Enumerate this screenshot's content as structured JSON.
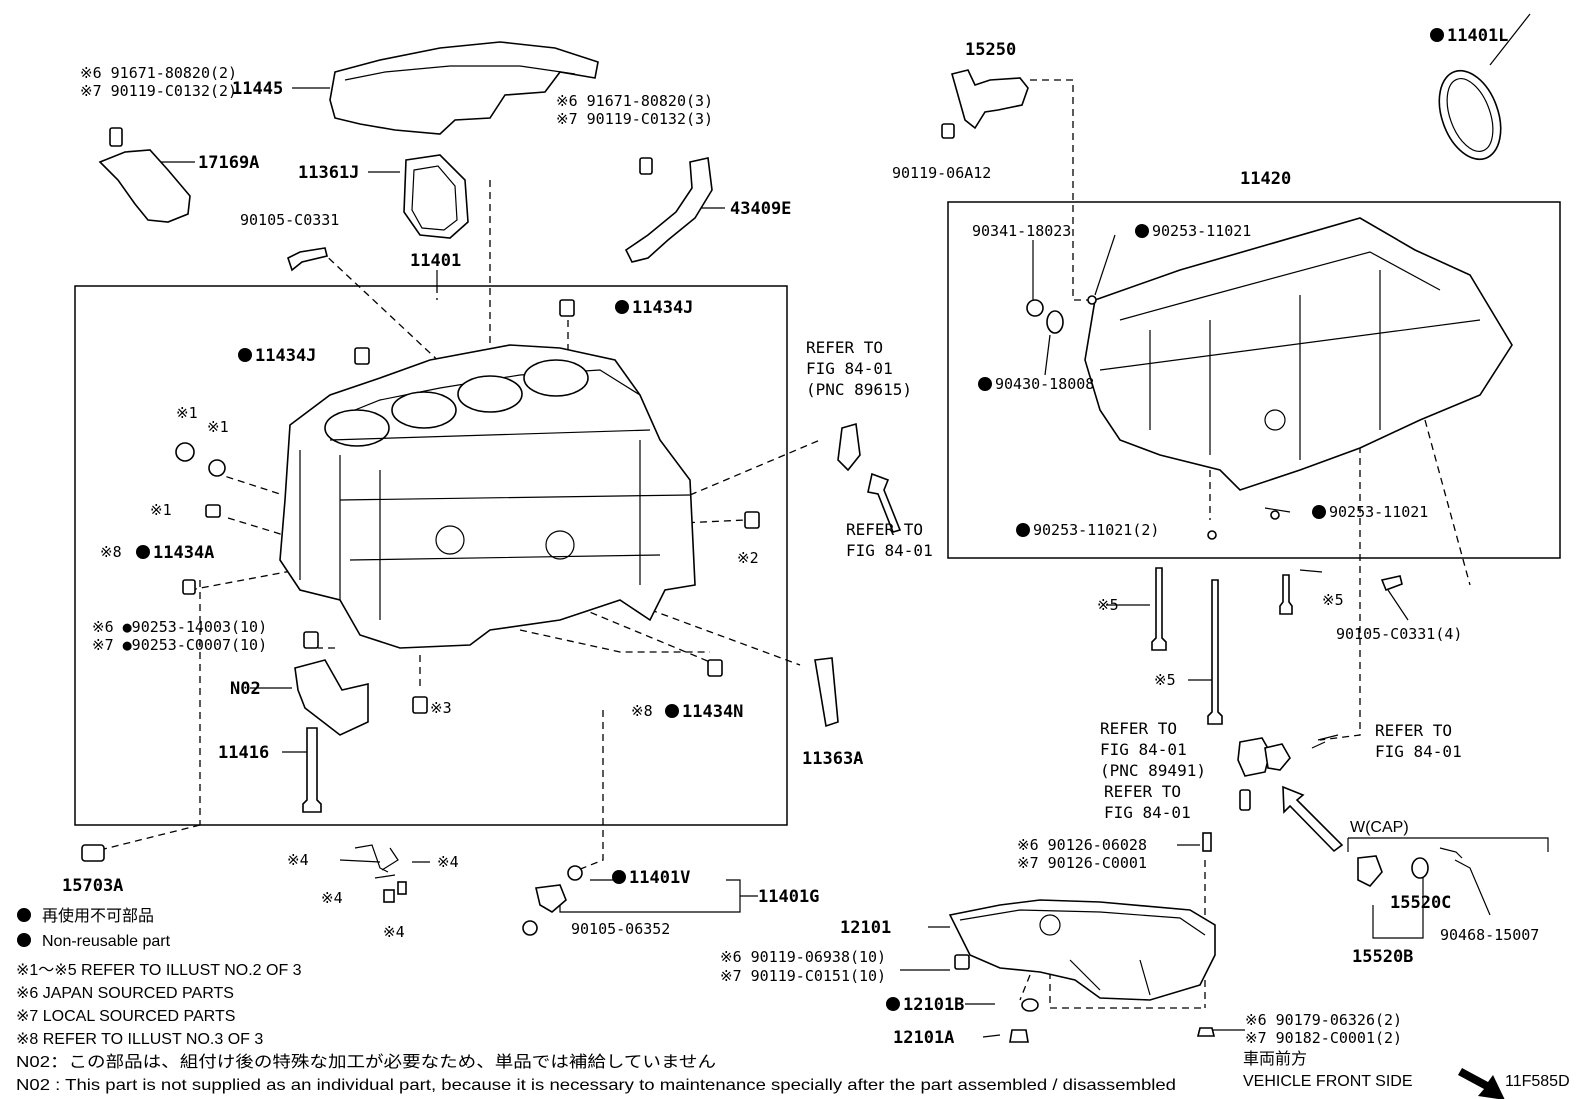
{
  "diagram_id": "11F585D",
  "parts": {
    "p11445": "11445",
    "p17169A": "17169A",
    "p11361J": "11361J",
    "p43409E": "43409E",
    "p11401": "11401",
    "p11434J_a": "11434J",
    "p11434J_b": "11434J",
    "p11434A": "11434A",
    "p11434N": "11434N",
    "p11416": "11416",
    "p11363A": "11363A",
    "p15703A": "15703A",
    "p11401V": "11401V",
    "p11401G": "11401G",
    "p15250": "15250",
    "p11401L": "11401L",
    "p11420": "11420",
    "p12101": "12101",
    "p12101B": "12101B",
    "p12101A": "12101A",
    "p15520C": "15520C",
    "p15520B": "15520B",
    "pN02": "N02"
  },
  "callouts": {
    "c1_top": "※6 91671-80820(2)",
    "c1_bot": "※7 90119-C0132(2)",
    "c2_top": "※6 91671-80820(3)",
    "c2_bot": "※7 90119-C0132(3)",
    "c_90105_C0331": "90105-C0331",
    "c_90253_14003": "※6 ●90253-14003(10)",
    "c_90253_C0007": "※7 ●90253-C0007(10)",
    "c_90119_06A12": "90119-06A12",
    "c_90341_18023": "90341-18023",
    "c_90253_11021_a": "90253-11021",
    "c_90430_18008": "90430-18008",
    "c_90253_11021_b": "90253-11021",
    "c_90253_11021_2": "90253-11021(2)",
    "c_90105_C0331_4": "90105-C0331(4)",
    "c_90105_06352": "90105-06352",
    "c_90126_06028": "※6 90126-06028",
    "c_90126_C0001": "※7 90126-C0001",
    "c_90119_06938": "※6 90119-06938(10)",
    "c_90119_C0151": "※7 90119-C0151(10)",
    "c_90179_06326": "※6 90179-06326(2)",
    "c_90182_C0001": "※7 90182-C0001(2)",
    "c_90468_15007": "90468-15007",
    "wcap": "W(CAP)"
  },
  "marks": {
    "m1a": "※1",
    "m1b": "※1",
    "m1c": "※1",
    "m2": "※2",
    "m3": "※3",
    "m4a": "※4",
    "m4b": "※4",
    "m4c": "※4",
    "m4d": "※4",
    "m5a": "※5",
    "m5b": "※5",
    "m5c": "※5",
    "m8a": "※8",
    "m8b": "※8"
  },
  "refers": {
    "r1_l1": "REFER TO",
    "r1_l2": "FIG 84-01",
    "r1_l3": "(PNC 89615)",
    "r2_l1": "REFER TO",
    "r2_l2": "FIG 84-01",
    "r3_l1": "REFER TO",
    "r3_l2": "FIG 84-01",
    "r3_l3": "(PNC 89491)",
    "r4_l1": "REFER TO",
    "r4_l2": "FIG 84-01",
    "r5_l1": "REFER TO",
    "r5_l2": "FIG 84-01"
  },
  "front": {
    "jp": "車両前方",
    "en": "VEHICLE FRONT SIDE"
  },
  "legend": {
    "nonreusable_jp": "再使用不可部品",
    "nonreusable_en": "Non-reusable part",
    "note1": "※1～※5 REFER TO ILLUST NO.2 OF 3",
    "note6": "※6 JAPAN SOURCED PARTS",
    "note7": "※7 LOCAL SOURCED PARTS",
    "note8": "※8 REFER TO ILLUST NO.3 OF 3",
    "n02_jp": "N02：この部品は、組付け後の特殊な加工が必要なため、単品では補給していません",
    "n02_en": "N02 : This part is not supplied as an individual part, because it is necessary to maintenance specially after the part assembled / disassembled"
  },
  "colors": {
    "ink": "#000000",
    "paper": "#ffffff"
  }
}
